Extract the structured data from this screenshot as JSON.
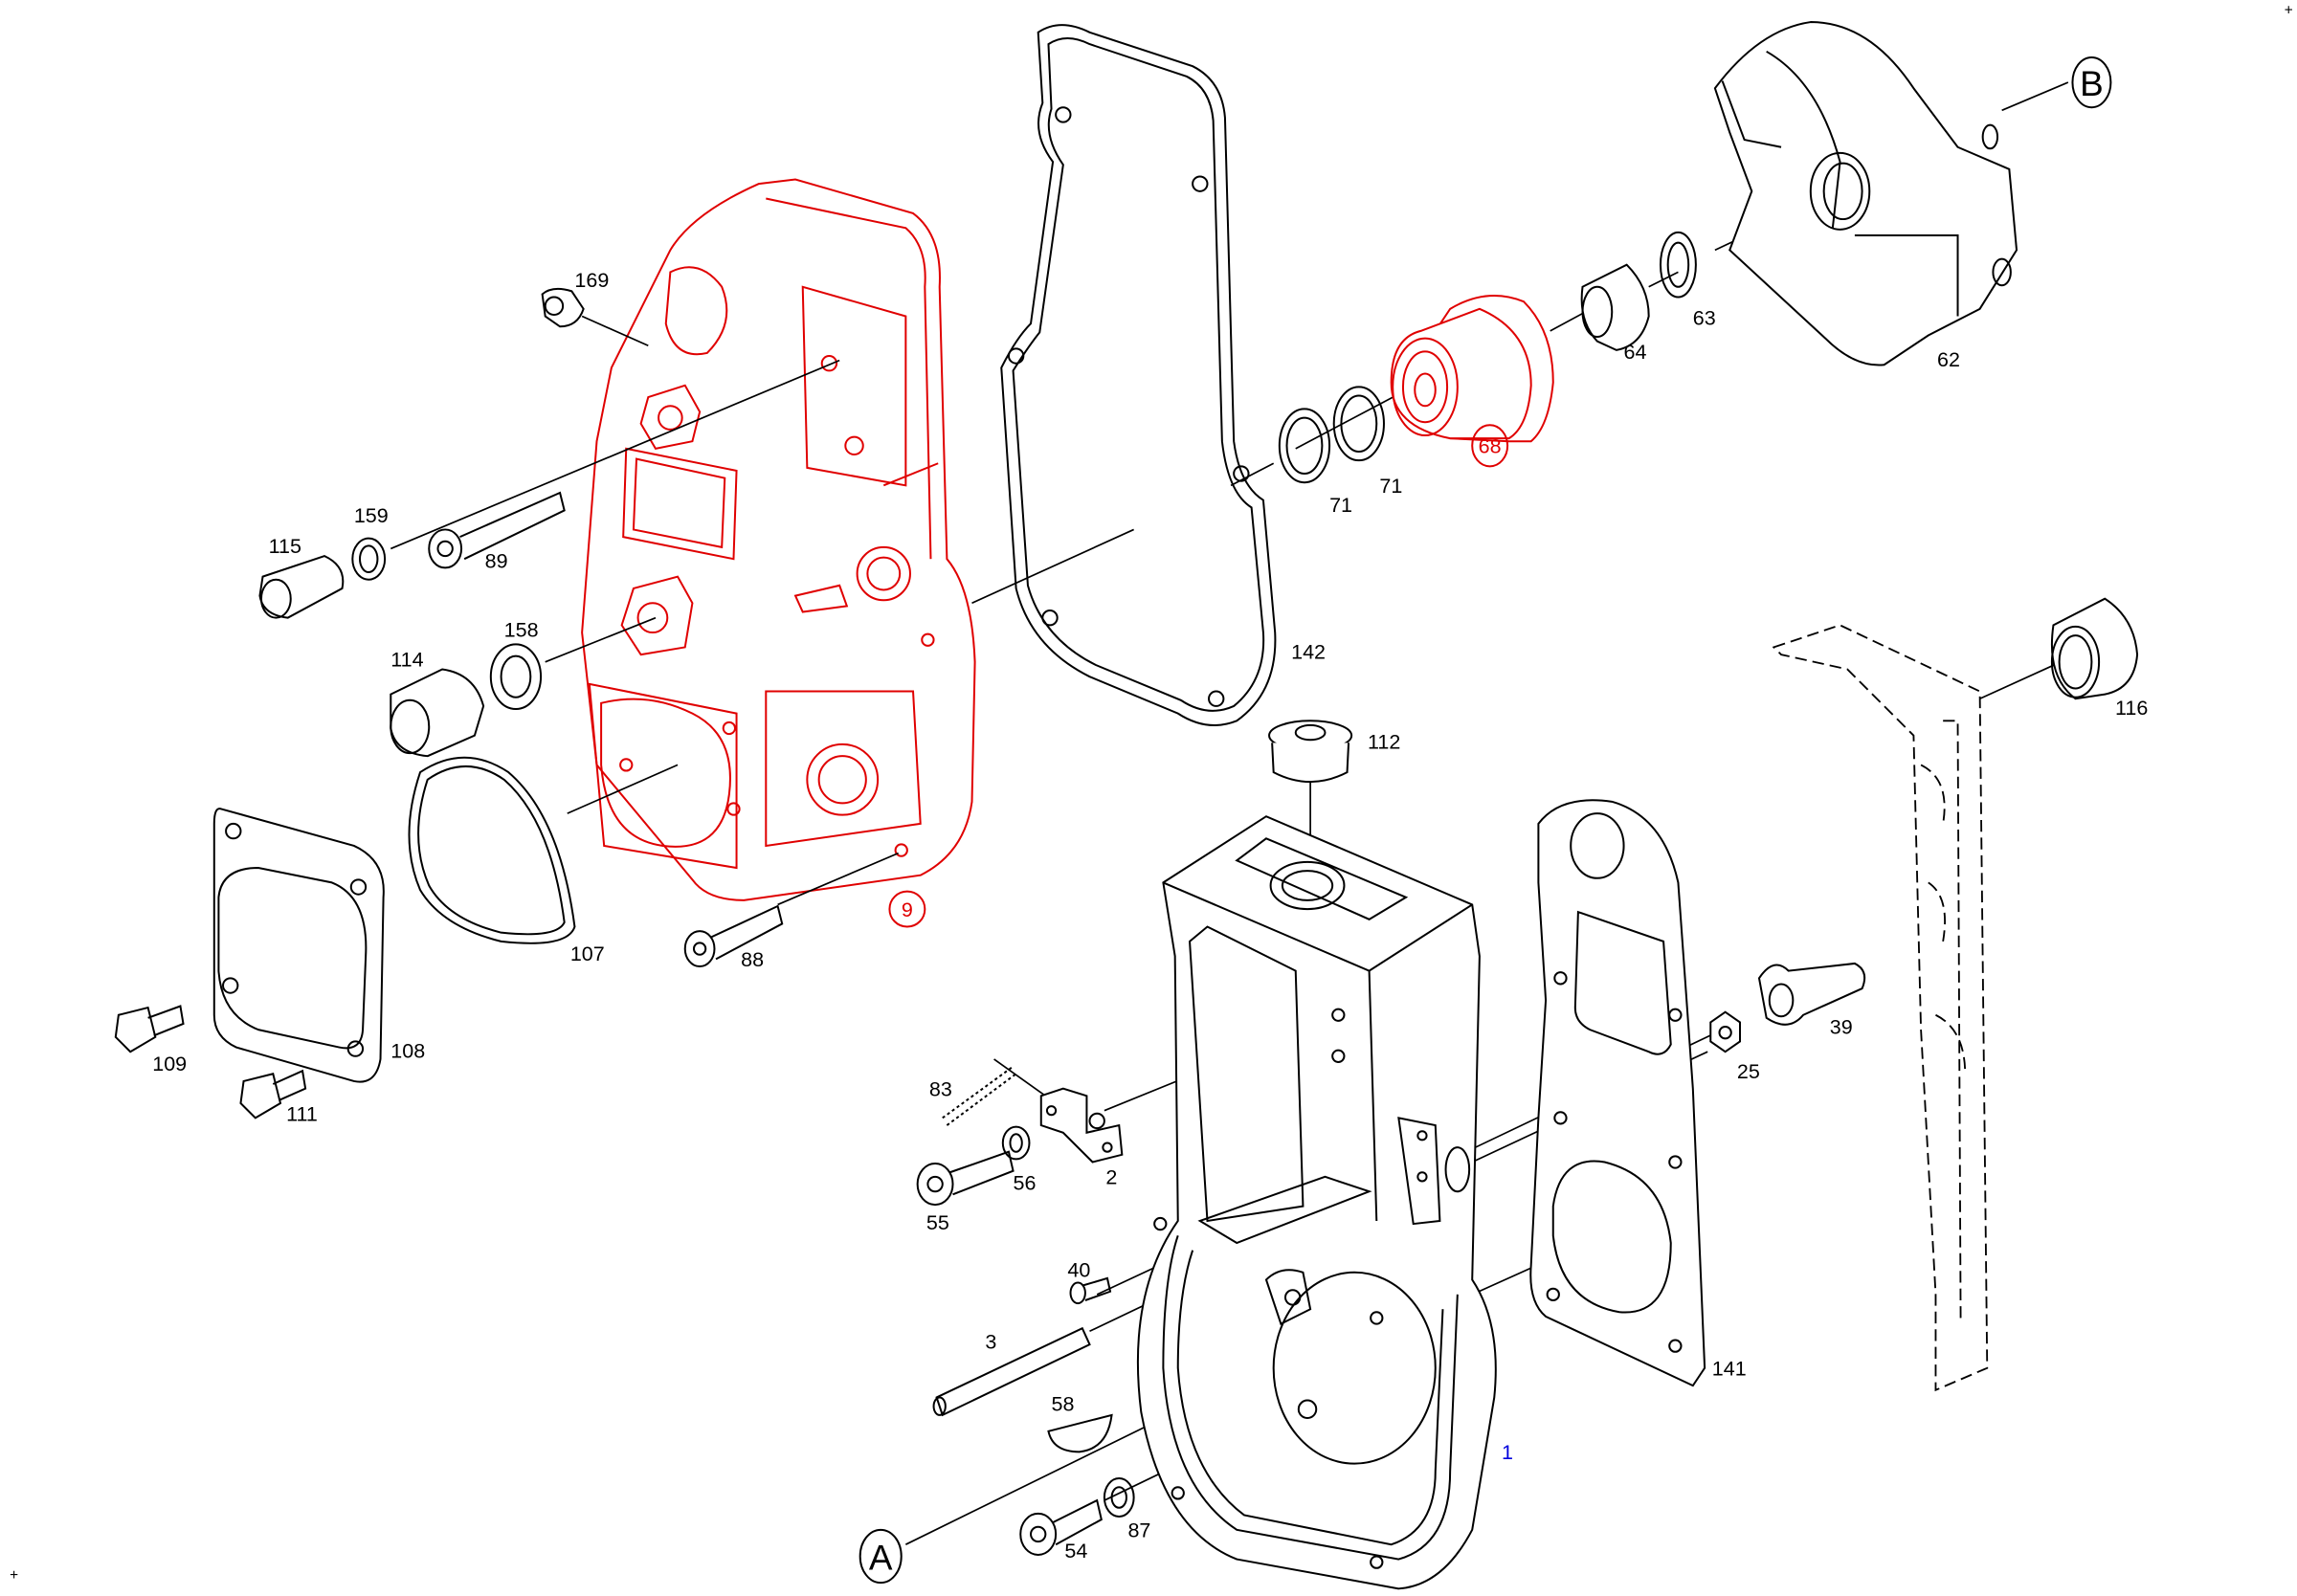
{
  "diagram": {
    "type": "exploded parts drawing",
    "colors": {
      "line": "#000000",
      "highlight": "#e00000",
      "main_part": "#0000dd"
    },
    "corner_marks": [
      "+",
      "+"
    ],
    "reference_markers": [
      {
        "letter": "A"
      },
      {
        "letter": "B"
      }
    ],
    "callouts": {
      "p1": "1",
      "p2": "2",
      "p3": "3",
      "p9": "9",
      "p25": "25",
      "p39": "39",
      "p40": "40",
      "p54": "54",
      "p55": "55",
      "p56": "56",
      "p58": "58",
      "p62": "62",
      "p63": "63",
      "p64": "64",
      "p68": "68",
      "p71a": "71",
      "p71b": "71",
      "p83": "83",
      "p87": "87",
      "p88": "88",
      "p89": "89",
      "p107": "107",
      "p108": "108",
      "p109": "109",
      "p111": "111",
      "p112": "112",
      "p114": "114",
      "p115": "115",
      "p116": "116",
      "p141": "141",
      "p142": "142",
      "p158": "158",
      "p159": "159",
      "p169": "169"
    },
    "highlighted_parts": [
      "9",
      "68"
    ]
  }
}
